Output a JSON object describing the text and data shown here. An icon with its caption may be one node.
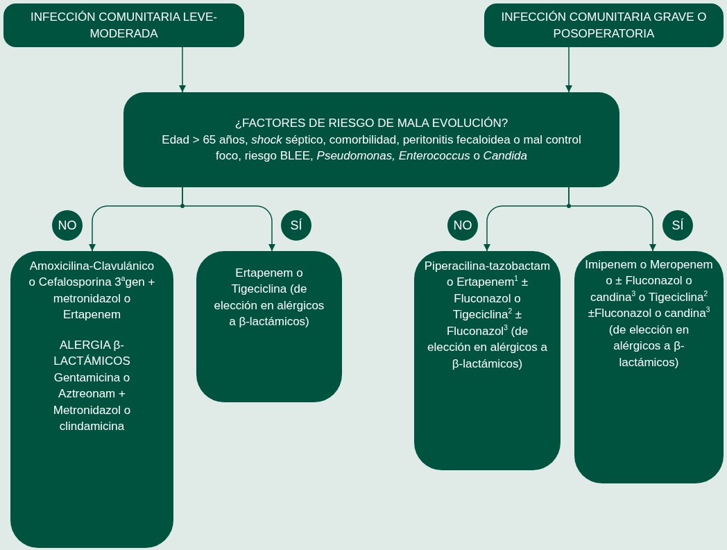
{
  "diagram": {
    "nodes": [
      {
        "text": [
          "INFECCIÓN COMUNITARIA LEVE-MODERADA"
        ]
      },
      {
        "text": [
          "INFECCIÓN COMUNITARIA GRAVE O POSOPERATORIA"
        ]
      },
      {
        "text": [
          "¿FACTORES DE RIESGO DE MALA EVOLUCIÓN?",
          "Edad > 65 años, *shock* séptico, comorbilidad, peritonitis fecaloidea o mal control foco, riesgo BLEE, *Pseudomonas, Enterococcus* o *Candida*"
        ]
      },
      {
        "text": [
          "NO"
        ]
      },
      {
        "text": [
          "SÍ"
        ]
      },
      {
        "text": [
          "NO"
        ]
      },
      {
        "text": [
          "SÍ"
        ]
      },
      {
        "text": [
          "Amoxicilina-Clavulánico o Cefalosporina 3$^{a}$gen + metronidazol o Ertapenem",
          "ALERGIA β-LACTÁMICOS Gentamicina o Aztreonam + Metronidazol o clindamicina"
        ]
      },
      {
        "text": [
          "Ertapenem o Tigeciclina (de elección en alérgicos a β-lactámicos)"
        ]
      },
      {
        "text": [
          "Piperacilina-tazobactam o Ertapenem$^{1}$ ± Fluconazol o Tigeciclina$^{2}$ ± Fluconazol$^{3}$ (de elección en alérgicos a β-lactámicos)"
        ]
      },
      {
        "text": [
          "Imipenem o Meropenem o ± Fluconazol o candina$^{3}$ o Tigeciclina$^{2}$ ±Fluconazol o candina$^{3}$ (de elección en alérgicos a β-lactámicos)"
        ]
      }
    ],
    "edges": [
      {
        "from": 0,
        "to": 2,
        "arrow": "to"
      },
      {
        "from": 1,
        "to": 2,
        "arrow": "to"
      },
      {
        "from": 2,
        "to": 7,
        "arrow": "to"
      },
      {
        "from": 2,
        "to": 8,
        "arrow": "to"
      },
      {
        "from": 2,
        "to": 9,
        "arrow": "to"
      },
      {
        "from": 2,
        "to": 10,
        "arrow": "to"
      }
    ]
  }
}
